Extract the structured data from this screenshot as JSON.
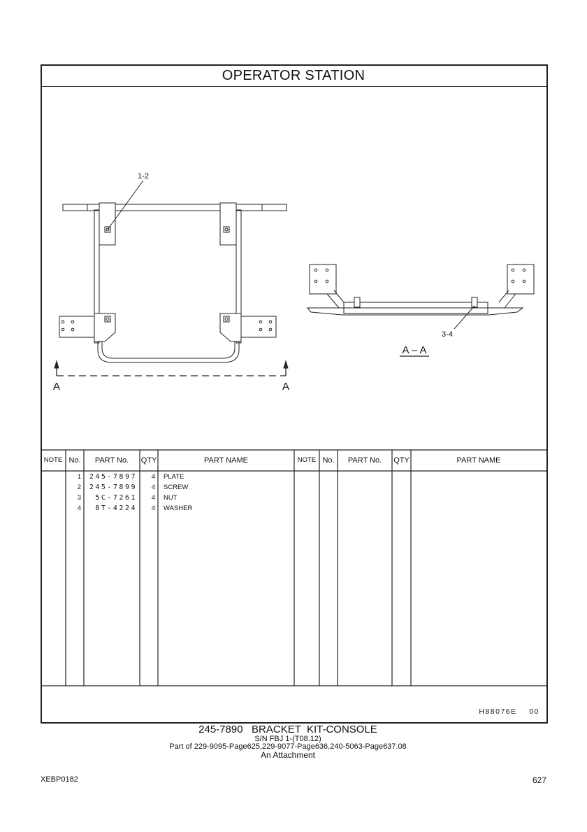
{
  "title": "OPERATOR   STATION",
  "drawing": {
    "callout_top": "1-2",
    "callout_section": "3-4",
    "section_label_left": "A",
    "section_label_right": "A",
    "section_view_label": "A – A"
  },
  "table": {
    "headers": {
      "note": "NOTE",
      "no": "No.",
      "part_no": "PART No.",
      "qty": "QTY",
      "part_name": "PART NAME"
    },
    "rows": [
      {
        "no": "1",
        "part_no": "245-7897",
        "qty": "4",
        "name": "PLATE"
      },
      {
        "no": "2",
        "part_no": "245-7899",
        "qty": "4",
        "name": "SCREW"
      },
      {
        "no": "3",
        "part_no": "5C-7261",
        "qty": "4",
        "name": "NUT"
      },
      {
        "no": "4",
        "part_no": "8T-4224",
        "qty": "4",
        "name": "WASHER"
      }
    ]
  },
  "drawing_code": "H88076E    00",
  "footer": {
    "kit_title": "245-7890   BRACKET  KIT-CONSOLE",
    "serial": "S/N FBJ 1-(T08.12)",
    "part_of": "Part of 229-9095-Page625,229-9077-Page636,240-5063-Page637.08",
    "attachment": "An Attachment",
    "doc_code": "XEBP0182",
    "page_number": "627"
  }
}
